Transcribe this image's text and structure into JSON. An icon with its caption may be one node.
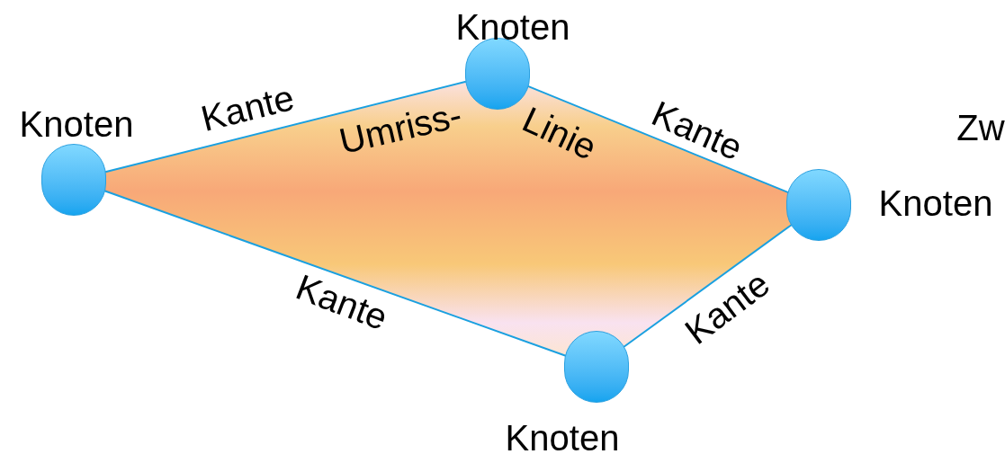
{
  "diagram": {
    "nodes": [
      {
        "text": [],
        "shape": "circle",
        "beside": [
          "Knoten"
        ]
      },
      {
        "text": [],
        "shape": "circle",
        "beside": [
          "Knoten"
        ]
      },
      {
        "text": [],
        "shape": "circle",
        "beside": [
          "Knoten"
        ]
      },
      {
        "text": [],
        "shape": "circle",
        "beside": [
          "Knoten"
        ]
      }
    ],
    "edges": [
      {
        "from": 1,
        "to": 0,
        "arrow": "none",
        "label": "Kante"
      },
      {
        "from": 0,
        "to": 2,
        "arrow": "none",
        "label": "Kante"
      },
      {
        "from": 1,
        "to": 3,
        "arrow": "none",
        "label": "Kante"
      },
      {
        "from": 3,
        "to": 2,
        "arrow": "none",
        "label": "Kante"
      }
    ],
    "labels": [
      "Umriss-",
      "Linie",
      "Zw"
    ]
  }
}
